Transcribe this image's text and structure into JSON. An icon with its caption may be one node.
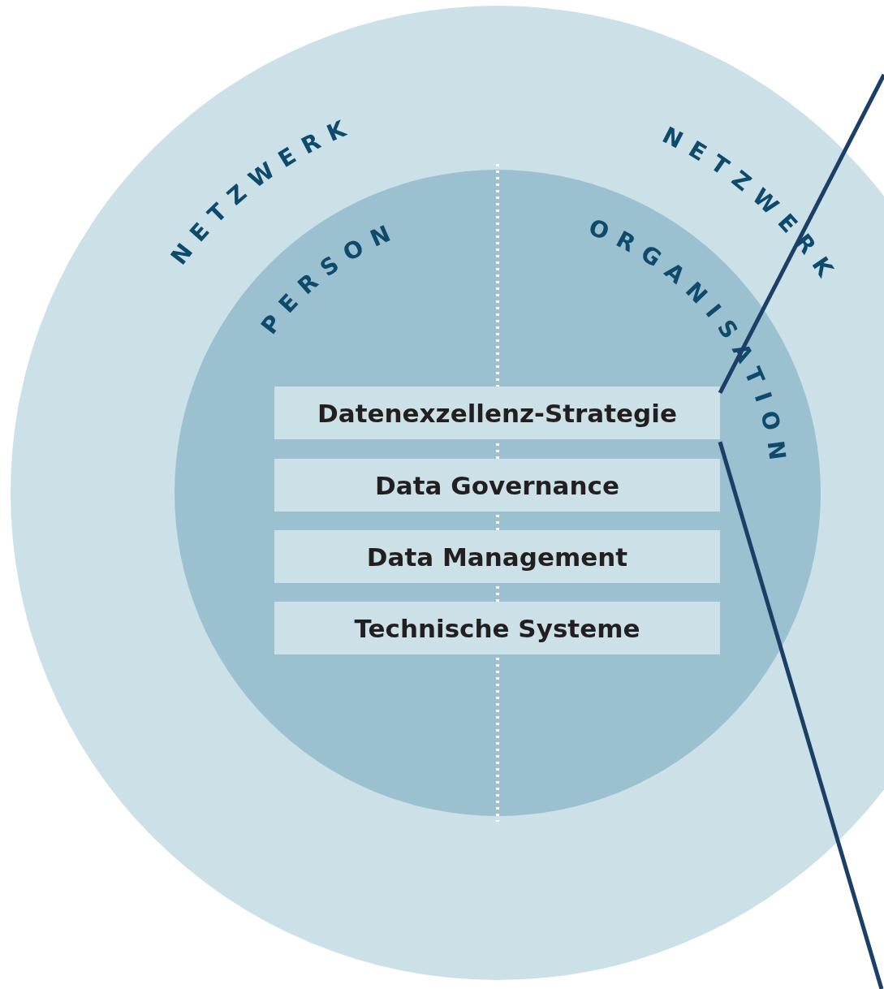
{
  "diagram": {
    "nodes": [
      {
        "text": [
          "NETZWERK",
          "NETZWERK"
        ]
      },
      {
        "text": [
          "PERSON",
          "ORGANISATION"
        ],
        "in": 0
      },
      {
        "text": [
          "Datenexzellenz-Strategie"
        ],
        "in": 1
      },
      {
        "text": [
          "Data Governance"
        ],
        "in": 1
      },
      {
        "text": [
          "Data Management"
        ],
        "in": 1
      },
      {
        "text": [
          "Technische Systeme"
        ],
        "in": 1
      }
    ],
    "edges": [
      {
        "from": 2,
        "to": null,
        "arrow": "none"
      },
      {
        "from": 2,
        "to": null,
        "arrow": "none"
      }
    ]
  }
}
